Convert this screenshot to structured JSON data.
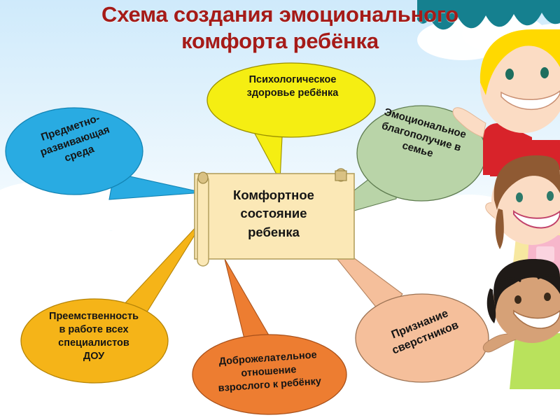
{
  "title": "Схема создания эмоционального комфорта ребёнка",
  "colors": {
    "title": "#a51b18",
    "sky_top": "#cfeafb",
    "cloud": "#ffffff",
    "teal_decoration": "#15808f",
    "bubble_yellow": "#f5ee12",
    "bubble_blue": "#29abe2",
    "bubble_green": "#b9d4a8",
    "bubble_amber": "#f5b418",
    "bubble_orange": "#ed7d31",
    "bubble_salmon": "#f5bf9b",
    "center_box": "#fbe8b6",
    "center_box_border": "#b9a05a",
    "text": "#151515"
  },
  "center": {
    "id": "comfortable-state",
    "label": "Комфортное\nсостояние\nребенка"
  },
  "bubbles": [
    {
      "id": "psychological-health",
      "label": "Психологическое\nздоровье ребёнка",
      "color": "#f5ee12",
      "position": "top-center"
    },
    {
      "id": "developing-environment",
      "label": "Предметно-\nразвивающая\nсреда",
      "color": "#29abe2",
      "position": "left-top"
    },
    {
      "id": "family-wellbeing",
      "label": "Эмоциональное\nблагополучие в\nсемье",
      "color": "#b9d4a8",
      "position": "right-top"
    },
    {
      "id": "specialist-continuity",
      "label": "Преемственность\nв работе всех\nспециалистов\nДОУ",
      "color": "#f5b418",
      "position": "left-bottom"
    },
    {
      "id": "benevolent-attitude",
      "label": "Доброжелательное\nотношение\nвзрослого  к ребёнку",
      "color": "#ed7d31",
      "position": "bottom-center"
    },
    {
      "id": "peer-recognition",
      "label": "Признание\nсверстников",
      "color": "#f5bf9b",
      "position": "right-bottom"
    }
  ],
  "decorations": {
    "umbrella": "teal-scalloped-umbrella",
    "clouds": "white-puffy-clouds",
    "kids": [
      {
        "id": "kid-blonde-red",
        "hair": "#ffd900",
        "shirt": "#d8232a",
        "skin": "#fbdcc4"
      },
      {
        "id": "kid-brunette-pink",
        "hair": "#8f5a33",
        "shirt": "#f7e8a0",
        "overalls": "#f7b6cb",
        "skin": "#fbdcc4"
      },
      {
        "id": "kid-dark-green",
        "hair": "#1f1a17",
        "shirt": "#b9e25c",
        "skin": "#d6a177"
      }
    ]
  }
}
